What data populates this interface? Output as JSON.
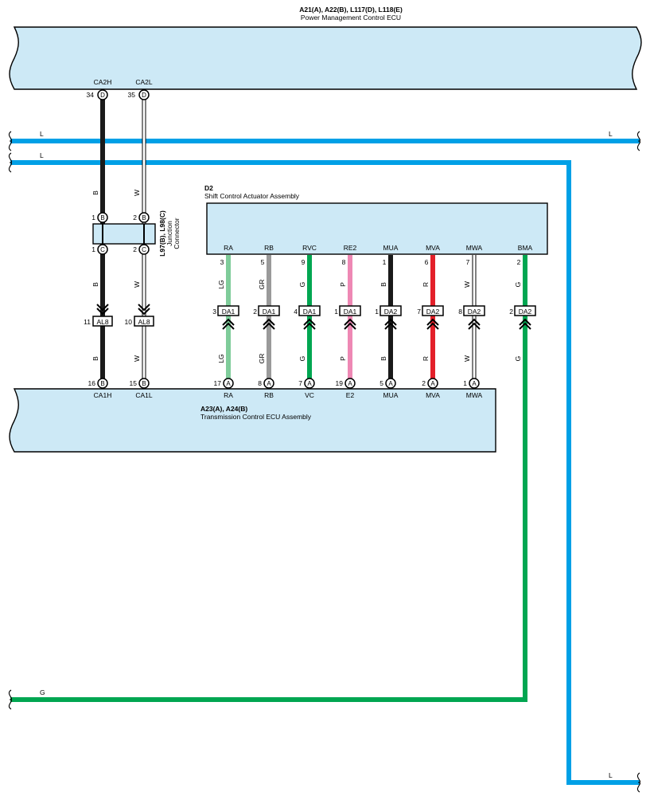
{
  "power_ecu": {
    "code": "A21(A), A22(B), L117(D), L118(E)",
    "name": "Power Management Control ECU",
    "pins": [
      {
        "label": "CA2H",
        "num": "34",
        "conn": "D"
      },
      {
        "label": "CA2L",
        "num": "35",
        "conn": "D"
      }
    ]
  },
  "buses": [
    {
      "label_left": "L",
      "label_right": "L",
      "color": "#00a0e6"
    },
    {
      "label_left": "L",
      "color": "#00a0e6",
      "label_bottom": "L"
    },
    {
      "label_left": "G",
      "color": "#00a651"
    }
  ],
  "junction": {
    "code": "L97(B), L98(C)",
    "name_line1": "Junction",
    "name_line2": "Connector",
    "top": [
      {
        "num": "1",
        "conn": "B"
      },
      {
        "num": "2",
        "conn": "B"
      }
    ],
    "bottom": [
      {
        "num": "1",
        "conn": "C"
      },
      {
        "num": "2",
        "conn": "C"
      }
    ]
  },
  "can_wires": [
    {
      "color_code_top": "B",
      "color_code_mid": "B",
      "color_code_bot": "B",
      "color": "#1a1a1a",
      "al_num": "11",
      "al": "AL8"
    },
    {
      "color_code_top": "W",
      "color_code_mid": "W",
      "color_code_bot": "W",
      "color": "#ffffff",
      "al_num": "10",
      "al": "AL8"
    }
  ],
  "actuator": {
    "code": "D2",
    "name": "Shift Control Actuator Assembly",
    "pins": [
      {
        "label": "RA",
        "num": "3",
        "wire": "LG",
        "color": "#7fcc9a",
        "da_num": "3",
        "da": "DA1",
        "tcm_num": "17",
        "tcm_conn": "A",
        "tcm_label": "RA"
      },
      {
        "label": "RB",
        "num": "5",
        "wire": "GR",
        "color": "#9a9a9a",
        "da_num": "2",
        "da": "DA1",
        "tcm_num": "8",
        "tcm_conn": "A",
        "tcm_label": "RB"
      },
      {
        "label": "RVC",
        "num": "9",
        "wire": "G",
        "color": "#00a651",
        "da_num": "4",
        "da": "DA1",
        "tcm_num": "7",
        "tcm_conn": "A",
        "tcm_label": "VC"
      },
      {
        "label": "RE2",
        "num": "8",
        "wire": "P",
        "color": "#ee88b4",
        "da_num": "1",
        "da": "DA1",
        "tcm_num": "19",
        "tcm_conn": "A",
        "tcm_label": "E2"
      },
      {
        "label": "MUA",
        "num": "1",
        "wire": "B",
        "color": "#1a1a1a",
        "da_num": "1",
        "da": "DA2",
        "tcm_num": "5",
        "tcm_conn": "A",
        "tcm_label": "MUA"
      },
      {
        "label": "MVA",
        "num": "6",
        "wire": "R",
        "color": "#e3202a",
        "da_num": "7",
        "da": "DA2",
        "tcm_num": "2",
        "tcm_conn": "A",
        "tcm_label": "MVA"
      },
      {
        "label": "MWA",
        "num": "7",
        "wire": "W",
        "color": "#ffffff",
        "da_num": "8",
        "da": "DA2",
        "tcm_num": "1",
        "tcm_conn": "A",
        "tcm_label": "MWA"
      },
      {
        "label": "BMA",
        "num": "2",
        "wire": "G",
        "color": "#00a651",
        "da_num": "2",
        "da": "DA2",
        "wire2": "G"
      }
    ]
  },
  "tcm": {
    "code": "A23(A), A24(B)",
    "name": "Transmission Control ECU Assembly",
    "can_pins": [
      {
        "num": "16",
        "conn": "B",
        "label": "CA1H"
      },
      {
        "num": "15",
        "conn": "B",
        "label": "CA1L"
      }
    ]
  },
  "colors": {
    "box_fill": "#cde9f6",
    "outline": "#000000"
  }
}
